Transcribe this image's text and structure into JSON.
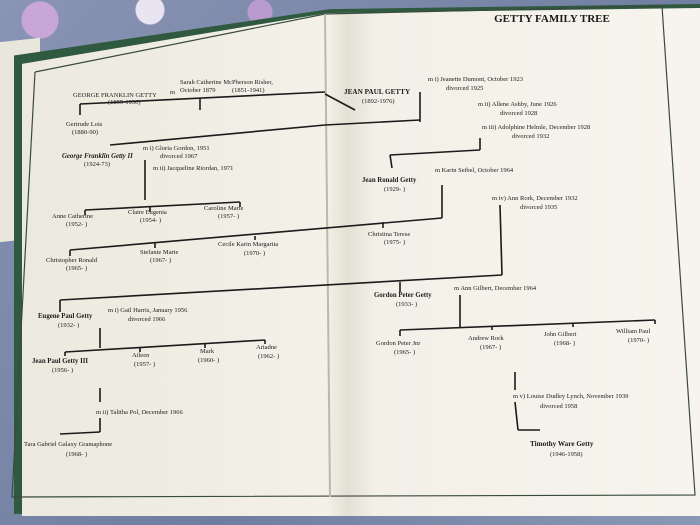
{
  "title": "GETTY FAMILY TREE",
  "people": {
    "gfg": {
      "name": "GEORGE FRANKLIN GETTY",
      "dates": "(1855-1930)"
    },
    "scmr": {
      "name": "Sarah Catherine McPherson Risher,",
      "date1": "October 1879",
      "dates": "(1851-1941)"
    },
    "gl": {
      "name": "Gertrude Lois",
      "dates": "(1880-90)"
    },
    "jpg": {
      "name": "JEAN PAUL GETTY",
      "dates": "(1892-1976)"
    },
    "gfg2": {
      "name": "George Franklin Getty II",
      "dates": "(1924-73)"
    },
    "ac": {
      "name": "Anne Catherine",
      "dates": "(1952- )"
    },
    "ce": {
      "name": "Claire Eugenia",
      "dates": "(1954- )"
    },
    "cm": {
      "name": "Caroline Marie",
      "dates": "(1957- )"
    },
    "cr": {
      "name": "Christopher Ronald",
      "dates": "(1965- )"
    },
    "sm": {
      "name": "Stefanie Marie",
      "dates": "(1967- )"
    },
    "ckm": {
      "name": "Cecile Karin Margarita",
      "dates": "(1970- )"
    },
    "jrg": {
      "name": "Jean Ronald Getty",
      "dates": "(1929- )"
    },
    "ct": {
      "name": "Christina Terese",
      "dates": "(1975- )"
    },
    "epg": {
      "name": "Eugene Paul Getty",
      "dates": "(1932- )"
    },
    "jpg3": {
      "name": "Jean Paul Getty III",
      "dates": "(1956- )"
    },
    "ai": {
      "name": "Aileen",
      "dates": "(1957- )"
    },
    "ma": {
      "name": "Mark",
      "dates": "(1960- )"
    },
    "ar": {
      "name": "Ariadne",
      "dates": "(1962- )"
    },
    "tgg": {
      "name": "Tara Gabriel Galaxy Gramaphone",
      "dates": "(1968- )"
    },
    "gpg": {
      "name": "Gordon Peter Getty",
      "dates": "(1933- )"
    },
    "gpj": {
      "name": "Gordon Peter Jnr",
      "dates": "(1965- )"
    },
    "arork": {
      "name": "Andrew Rork",
      "dates": "(1967- )"
    },
    "jg": {
      "name": "John Gilbert",
      "dates": "(1968- )"
    },
    "wp": {
      "name": "William Paul",
      "dates": "(1970- )"
    },
    "twg": {
      "name": "Timothy Ware Getty",
      "dates": "(1946-1958)"
    }
  },
  "marriages": {
    "jpg1": {
      "line1": "m i) Jeanette Dumont, October 1923",
      "line2": "divorced 1925"
    },
    "jpg2": {
      "line1": "m ii) Allene Ashby, June 1926",
      "line2": "divorced 1928"
    },
    "jpg3": {
      "line1": "m iii) Adolphine Helmle, December 1928",
      "line2": "divorced 1932"
    },
    "jpg4": {
      "line1": "m iv) Ann Rork, December 1932",
      "line2": "divorced 1935"
    },
    "jpg5": {
      "line1": "m v) Louise Dudley Lynch, November 1939",
      "line2": "divorced 1958"
    },
    "gfg2a": {
      "line1": "m i) Gloria Gordon, 1951",
      "line2": "divorced 1967"
    },
    "gfg2b": {
      "line1": "m ii) Jacqueline Riordan, 1971"
    },
    "jrg": {
      "line1": "m Karin Seibel, October 1964"
    },
    "epga": {
      "line1": "m i) Gail Harris, January 1956",
      "line2": "divorced 1966"
    },
    "jpg3m": {
      "line1": "m ii) Talitha Pol, December 1966"
    },
    "gpg": {
      "line1": "m Ann Gilbert, December 1964"
    },
    "gfg": {
      "line1": "m"
    }
  }
}
